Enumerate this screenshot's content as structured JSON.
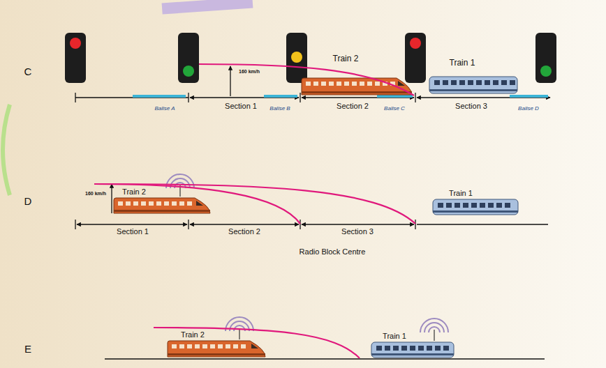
{
  "diagram": {
    "labels": [
      "C",
      "Train 2",
      "Train 1",
      "160 km/h",
      "Balise A",
      "Section 1",
      "Balise B",
      "Section 2",
      "Balise C",
      "Section 3",
      "Balise D",
      "D",
      "Train 2",
      "Train 1",
      "160 km/h",
      "Section 1",
      "Section 2",
      "Section 3",
      "Radio Block Centre",
      "E",
      "Train 2",
      "Train 1"
    ]
  }
}
